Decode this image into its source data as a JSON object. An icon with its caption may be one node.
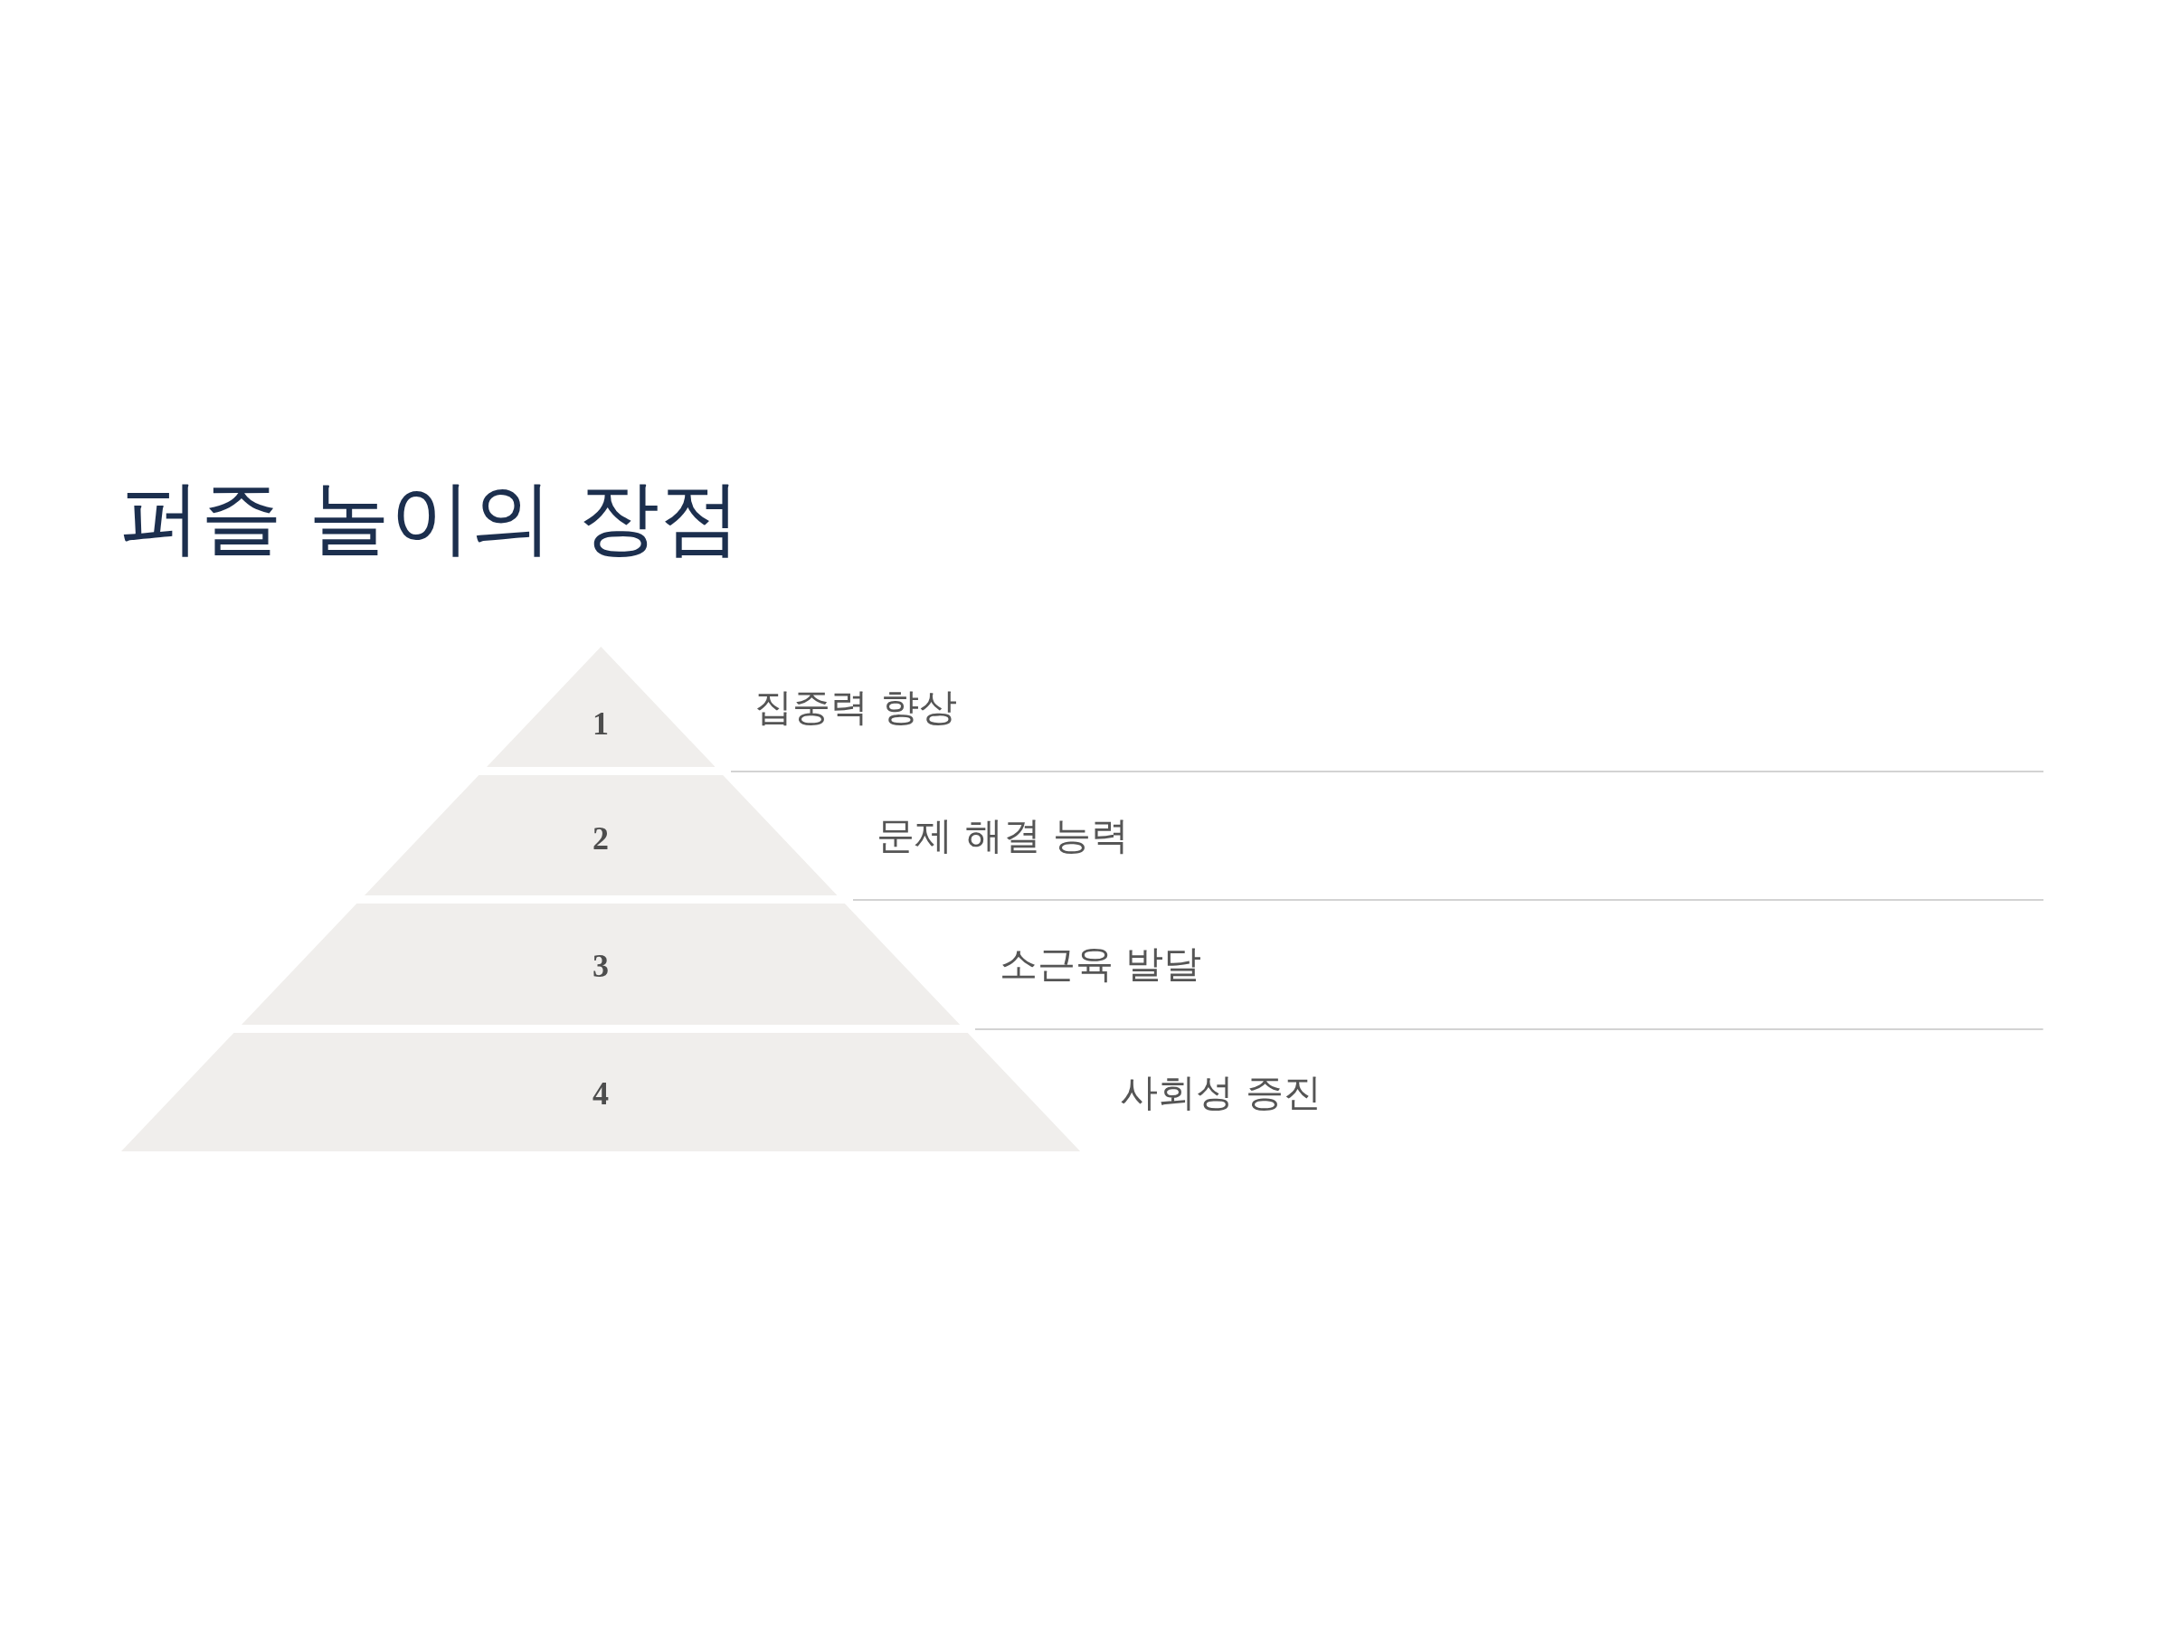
{
  "diagram": {
    "title": "퍼즐 놀이의 장점",
    "nodes": [
      {
        "text": [
          "1"
        ],
        "beside": [
          "집중력 향상"
        ]
      },
      {
        "text": [
          "2"
        ],
        "beside": [
          "문제 해결 능력"
        ]
      },
      {
        "text": [
          "3"
        ],
        "beside": [
          "소근육 발달"
        ]
      },
      {
        "text": [
          "4"
        ],
        "beside": [
          "사회성 증진"
        ]
      }
    ]
  }
}
